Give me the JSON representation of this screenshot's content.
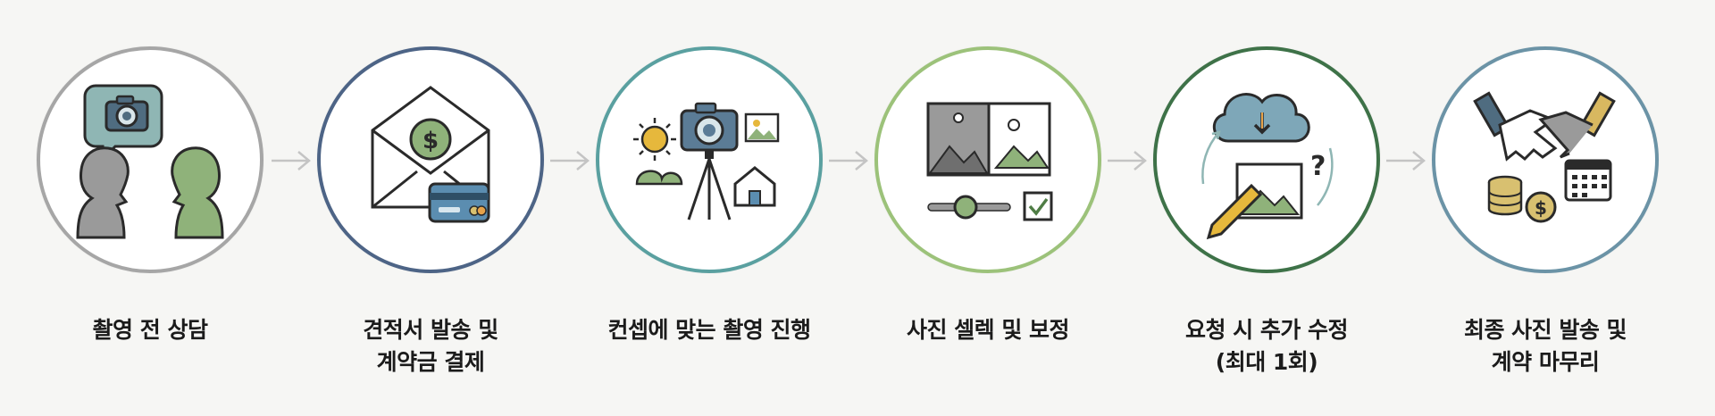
{
  "steps": [
    {
      "label_lines": [
        "촬영 전 상담"
      ],
      "ring_color": "#a6a6a6",
      "icon": "consultation-icon"
    },
    {
      "label_lines": [
        "견적서 발송 및",
        "계약금 결제"
      ],
      "ring_color": "#4d6486",
      "icon": "invoice-payment-icon"
    },
    {
      "label_lines": [
        "컨셉에 맞는 촬영 진행"
      ],
      "ring_color": "#5aa0a0",
      "icon": "photo-shoot-icon"
    },
    {
      "label_lines": [
        "사진 셀렉 및 보정"
      ],
      "ring_color": "#9cc27a",
      "icon": "photo-edit-icon"
    },
    {
      "label_lines": [
        "요청 시 추가 수정",
        "(최대 1회)"
      ],
      "ring_color": "#3e7248",
      "icon": "revision-icon"
    },
    {
      "label_lines": [
        "최종 사진 발송 및",
        "계약 마무리"
      ],
      "ring_color": "#6b93a6",
      "icon": "handshake-icon"
    }
  ],
  "colors": {
    "arrow": "#c4c4c4",
    "accent_green": "#8fb27a",
    "accent_teal": "#6d9ea6",
    "accent_gold": "#d8c070"
  }
}
